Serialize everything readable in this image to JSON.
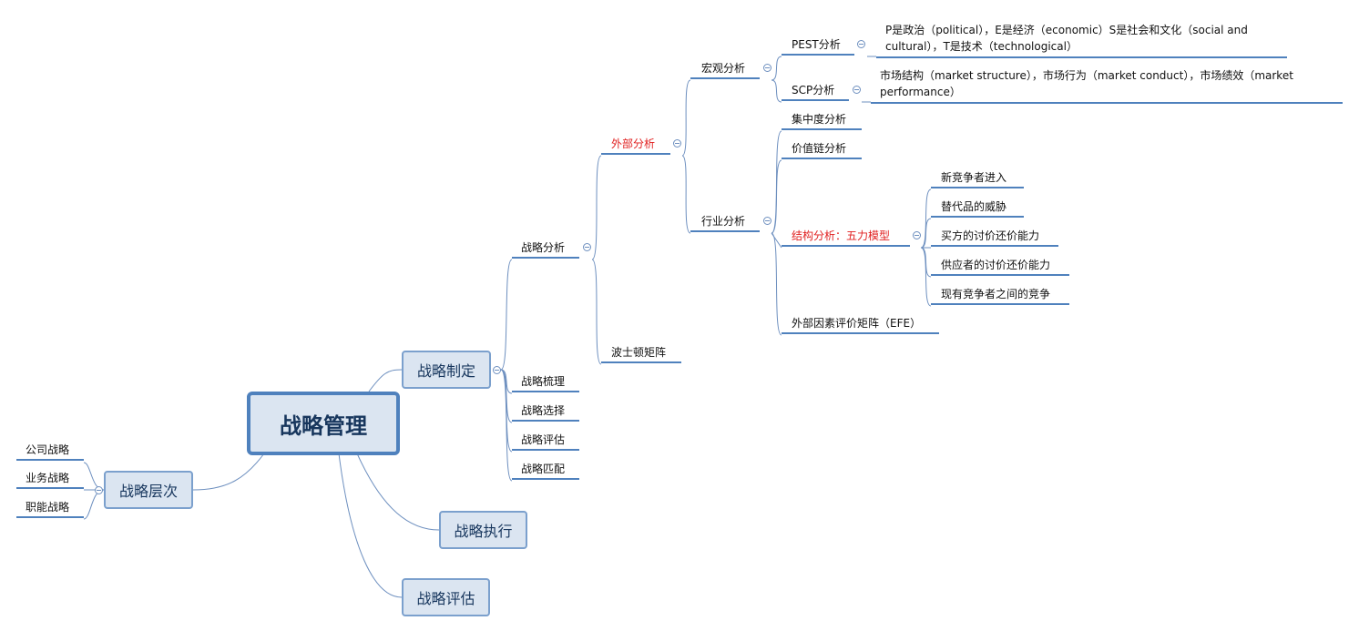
{
  "root": "战略管理",
  "main": {
    "formulation": "战略制定",
    "levels": "战略层次",
    "execution": "战略执行",
    "evaluation": "战略评估"
  },
  "levels": [
    "公司战略",
    "业务战略",
    "职能战略"
  ],
  "formulation": {
    "analysis": "战略分析",
    "others": [
      "战略梳理",
      "战略选择",
      "战略评估",
      "战略匹配"
    ]
  },
  "analysis": {
    "external": "外部分析",
    "boston": "波士顿矩阵"
  },
  "external": {
    "macro": "宏观分析",
    "industry": "行业分析"
  },
  "macro": {
    "pest": "PEST分析",
    "pest_desc": "P是政治（political），E是经济（economic）S是社会和文化（social and cultural），T是技术（technological）",
    "scp": "SCP分析",
    "scp_desc": "市场结构（market structure），市场行为（market conduct），市场绩效（market performance）"
  },
  "industry": {
    "concentration": "集中度分析",
    "value_chain": "价值链分析",
    "five_forces": "结构分析：五力模型",
    "efe": "外部因素评价矩阵（EFE）"
  },
  "five_forces": [
    "新竞争者进入",
    "替代品的威胁",
    "买方的讨价还价能力",
    "供应者的讨价还价能力",
    "现有竞争者之间的竞争"
  ],
  "colors": {
    "line": "#5b87c5",
    "accent_red": "#e02020",
    "box_fill": "#dbe5f1",
    "box_border": "#4f81bd"
  }
}
